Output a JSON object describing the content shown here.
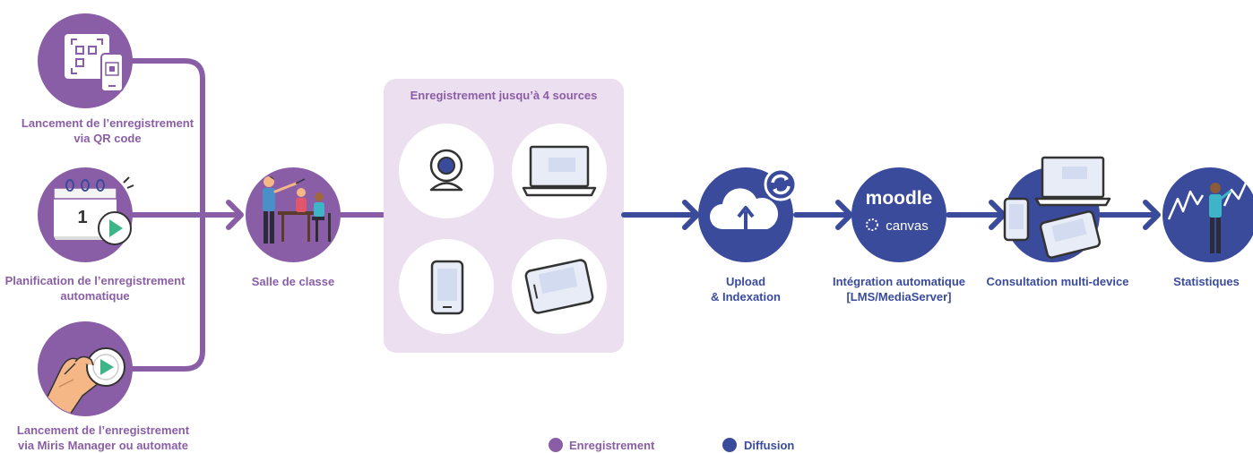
{
  "colors": {
    "enregistrement": "#8a5ea6",
    "diffusion": "#3a4b9c",
    "box_bg": "#ecdff0"
  },
  "triggers": [
    {
      "label": "Lancement de l’enregistrement\nvia QR code",
      "icon": "qr-code-phone-icon"
    },
    {
      "label": "Planification de l’enregistrement\nautomatique",
      "icon": "calendar-play-icon"
    },
    {
      "label": "Lancement de l’enregistrement\nvia Miris Manager ou automate",
      "icon": "hand-press-play-icon"
    }
  ],
  "classroom": {
    "label": "Salle de classe",
    "icon": "classroom-teacher-icon"
  },
  "sources": {
    "title": "Enregistrement jusqu’à 4 sources",
    "items": [
      "webcam-icon",
      "laptop-icon",
      "phone-icon",
      "tablet-icon"
    ]
  },
  "steps": [
    {
      "label": "Upload\n& Indexation",
      "icon": "cloud-upload-icon"
    },
    {
      "label": "Intégration automatique\n[LMS/MediaServer]",
      "icon": "lms-logos-icon",
      "logo1": "moodle",
      "logo2": "canvas"
    },
    {
      "label": "Consultation multi-device",
      "icon": "multi-device-icon"
    },
    {
      "label": "Statistiques",
      "icon": "statistics-person-icon"
    }
  ],
  "legend": [
    {
      "label": "Enregistrement",
      "color": "#8a5ea6"
    },
    {
      "label": "Diffusion",
      "color": "#3a4b9c"
    }
  ]
}
